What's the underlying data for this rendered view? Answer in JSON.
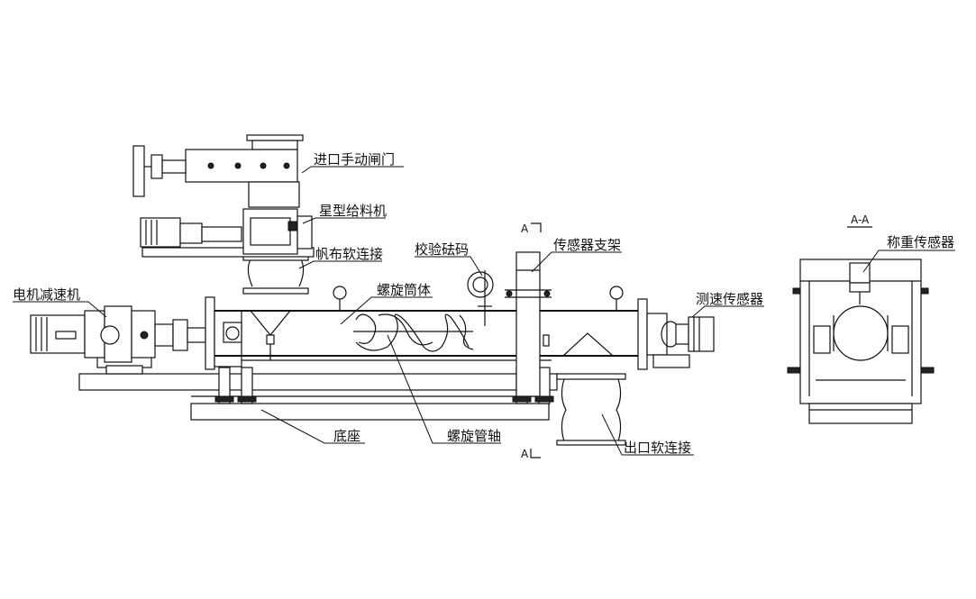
{
  "labels": {
    "inlet_gate": "进口手动闸门",
    "star_feeder": "星型给料机",
    "canvas_joint": "帆布软连接",
    "motor_reducer": "电机减速机",
    "calibration_weight": "校验砝码",
    "screw_barrel": "螺旋筒体",
    "sensor_bracket": "传感器支架",
    "speed_sensor": "测速传感器",
    "base": "底座",
    "screw_shaft": "螺旋管轴",
    "outlet_joint": "出口软连接",
    "weighing_sensor": "称重传感器",
    "section_title": "A-A",
    "section_mark_top": "A",
    "section_mark_bottom": "A"
  }
}
